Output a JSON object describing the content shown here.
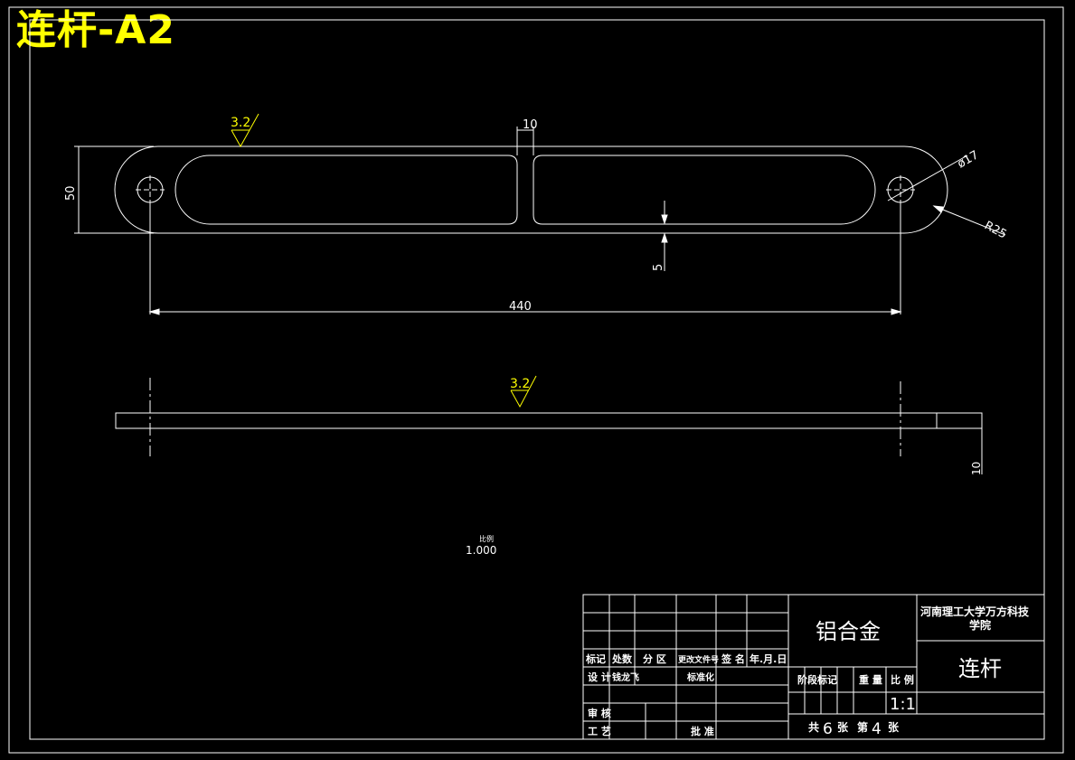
{
  "drawing": {
    "title": "连杆-A2",
    "scale_note_label": "比例",
    "scale_note_value": "1.000"
  },
  "dimensions": {
    "rib_width": "10",
    "height": "50",
    "rib_depth": "5",
    "length": "440",
    "hole_diameter": "ø17",
    "end_radius": "R25",
    "thickness": "10"
  },
  "surface_finish": {
    "front_view": "3.2",
    "side_view": "3.2"
  },
  "title_block": {
    "material": "铝合金",
    "school": "河南理工大学万方科技学院",
    "part_name": "连杆",
    "header_labels": [
      "标记",
      "处数",
      "分 区",
      "更改文件号",
      "签 名",
      "年.月.日"
    ],
    "design_label": "设 计",
    "designer": "钱龙飞",
    "standardize_label": "标准化",
    "review_label": "审 核",
    "process_label": "工 艺",
    "approve_label": "批 准",
    "stage_mark_label": "阶段标记",
    "weight_label": "重 量",
    "ratio_label": "比 例",
    "ratio_value": "1:1",
    "sheets_total_prefix": "共",
    "sheets_total": "6",
    "sheets_total_suffix": "张",
    "sheet_no_prefix": "第",
    "sheet_no": "4",
    "sheet_no_suffix": "张"
  },
  "colors": {
    "background": "#000000",
    "line": "#ffffff",
    "accent": "#ffff00"
  }
}
